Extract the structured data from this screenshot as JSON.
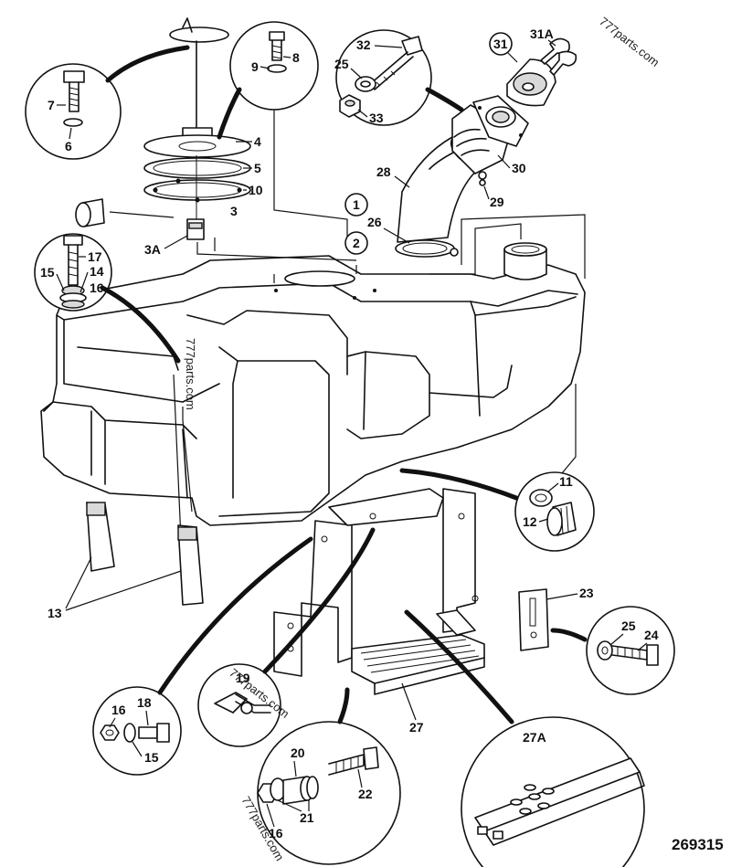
{
  "watermark": "777parts.com",
  "drawing_number": "269315",
  "labels": {
    "l7": "7",
    "l6": "6",
    "l9": "9",
    "l8": "8",
    "l4": "4",
    "l5": "5",
    "l10": "10",
    "l3": "3",
    "l3a": "3A",
    "l17": "17",
    "l15": "15",
    "l14": "14",
    "l16": "16",
    "l1": "1",
    "l2": "2",
    "l26": "26",
    "l28": "28",
    "l32": "32",
    "l25": "25",
    "l33": "33",
    "l31": "31",
    "l31a": "31A",
    "l30": "30",
    "l29": "29",
    "l11": "11",
    "l12": "12",
    "l13": "13",
    "l23": "23",
    "l25b": "25",
    "l24": "24",
    "l19": "19",
    "l16b": "16",
    "l18": "18",
    "l15b": "15",
    "l20": "20",
    "l22": "22",
    "l21": "21",
    "l16c": "16",
    "l27": "27",
    "l27a": "27A"
  }
}
